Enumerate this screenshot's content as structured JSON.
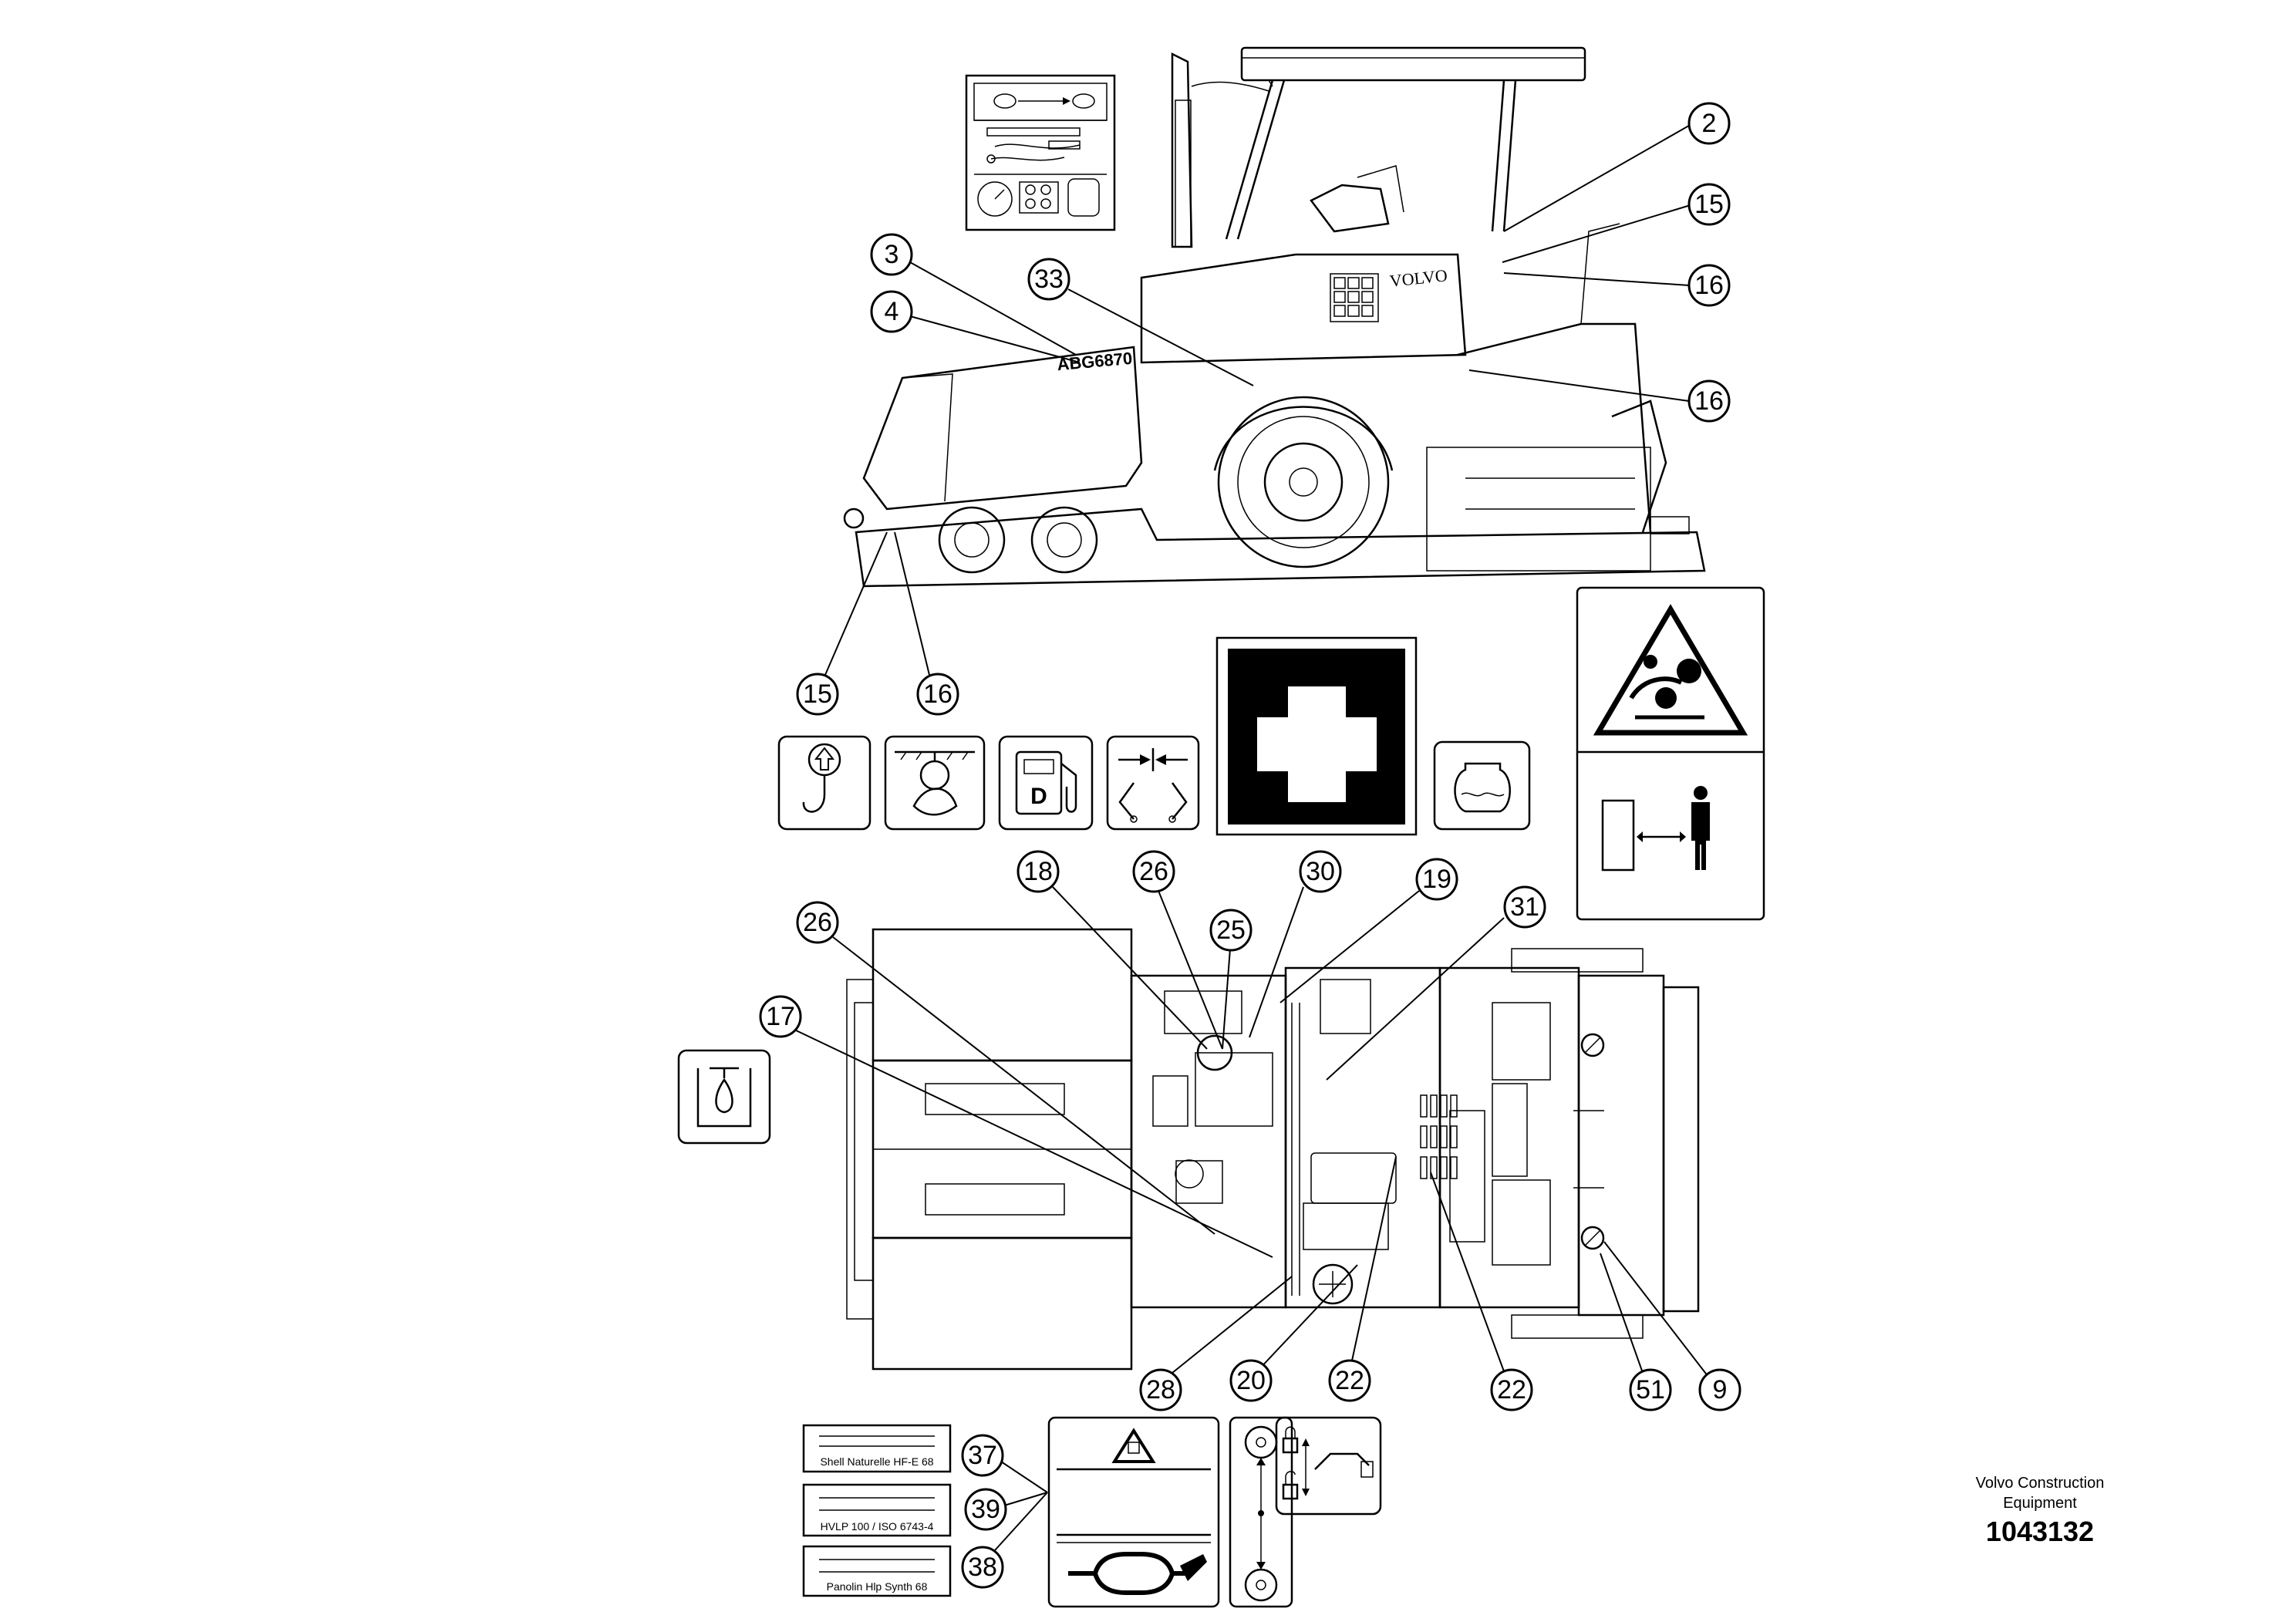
{
  "callouts": {
    "c2": "2",
    "c15a": "15",
    "c16a": "16",
    "c16b": "16",
    "c3": "3",
    "c4": "4",
    "c33": "33",
    "c15b": "15",
    "c16c": "16",
    "c18": "18",
    "c26a": "26",
    "c30": "30",
    "c19": "19",
    "c31": "31",
    "c26b": "26",
    "c25": "25",
    "c17": "17",
    "c28": "28",
    "c20": "20",
    "c22a": "22",
    "c22b": "22",
    "c51": "51",
    "c9": "9",
    "c37": "37",
    "c39": "39",
    "c38": "38"
  },
  "machine": {
    "brand": "VOLVO",
    "model": "ABG6870"
  },
  "oil_labels": {
    "shell": "Shell Naturelle HF-E 68",
    "hvlp": "HVLP 100 / ISO 6743-4",
    "panolin": "Panolin Hlp Synth 68"
  },
  "fuel_label": "D",
  "footer": {
    "company_line1": "Volvo Construction",
    "company_line2": "Equipment",
    "number": "1043132"
  }
}
